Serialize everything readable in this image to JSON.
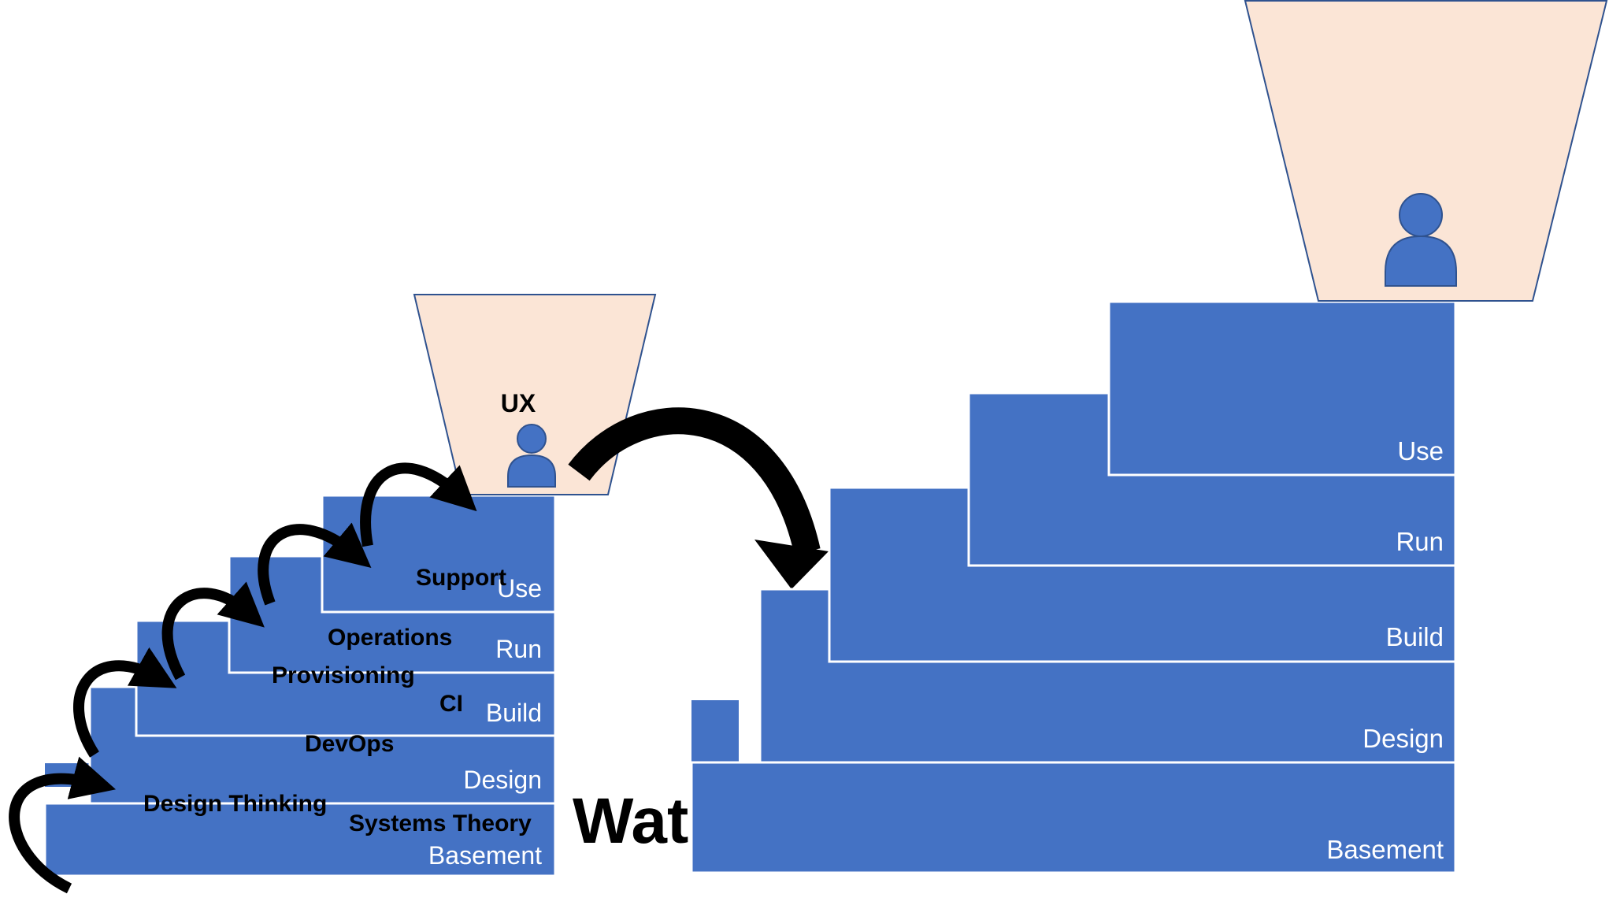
{
  "colors": {
    "step_fill": "#4472C4",
    "step_outline": "#ffffff",
    "funnel_fill": "#FBE5D6",
    "funnel_stroke": "#2F528F",
    "person_fill": "#4472C4",
    "arrow": "#000000"
  },
  "left_stair": {
    "levels": [
      "Basement",
      "Design",
      "Build",
      "Run",
      "Use"
    ],
    "practices": [
      "Systems Theory",
      "Design Thinking",
      "DevOps",
      "CI",
      "Provisioning",
      "Operations",
      "Support"
    ],
    "top_label": "UX",
    "icons": [
      "person-icon",
      "curved-arrow-icon"
    ]
  },
  "center": {
    "title": "Waterfall",
    "icons": [
      "large-curved-arrow-icon"
    ]
  },
  "right_stair": {
    "levels": [
      "Basement",
      "Design",
      "Build",
      "Run",
      "Use"
    ],
    "icons": [
      "person-icon"
    ]
  }
}
